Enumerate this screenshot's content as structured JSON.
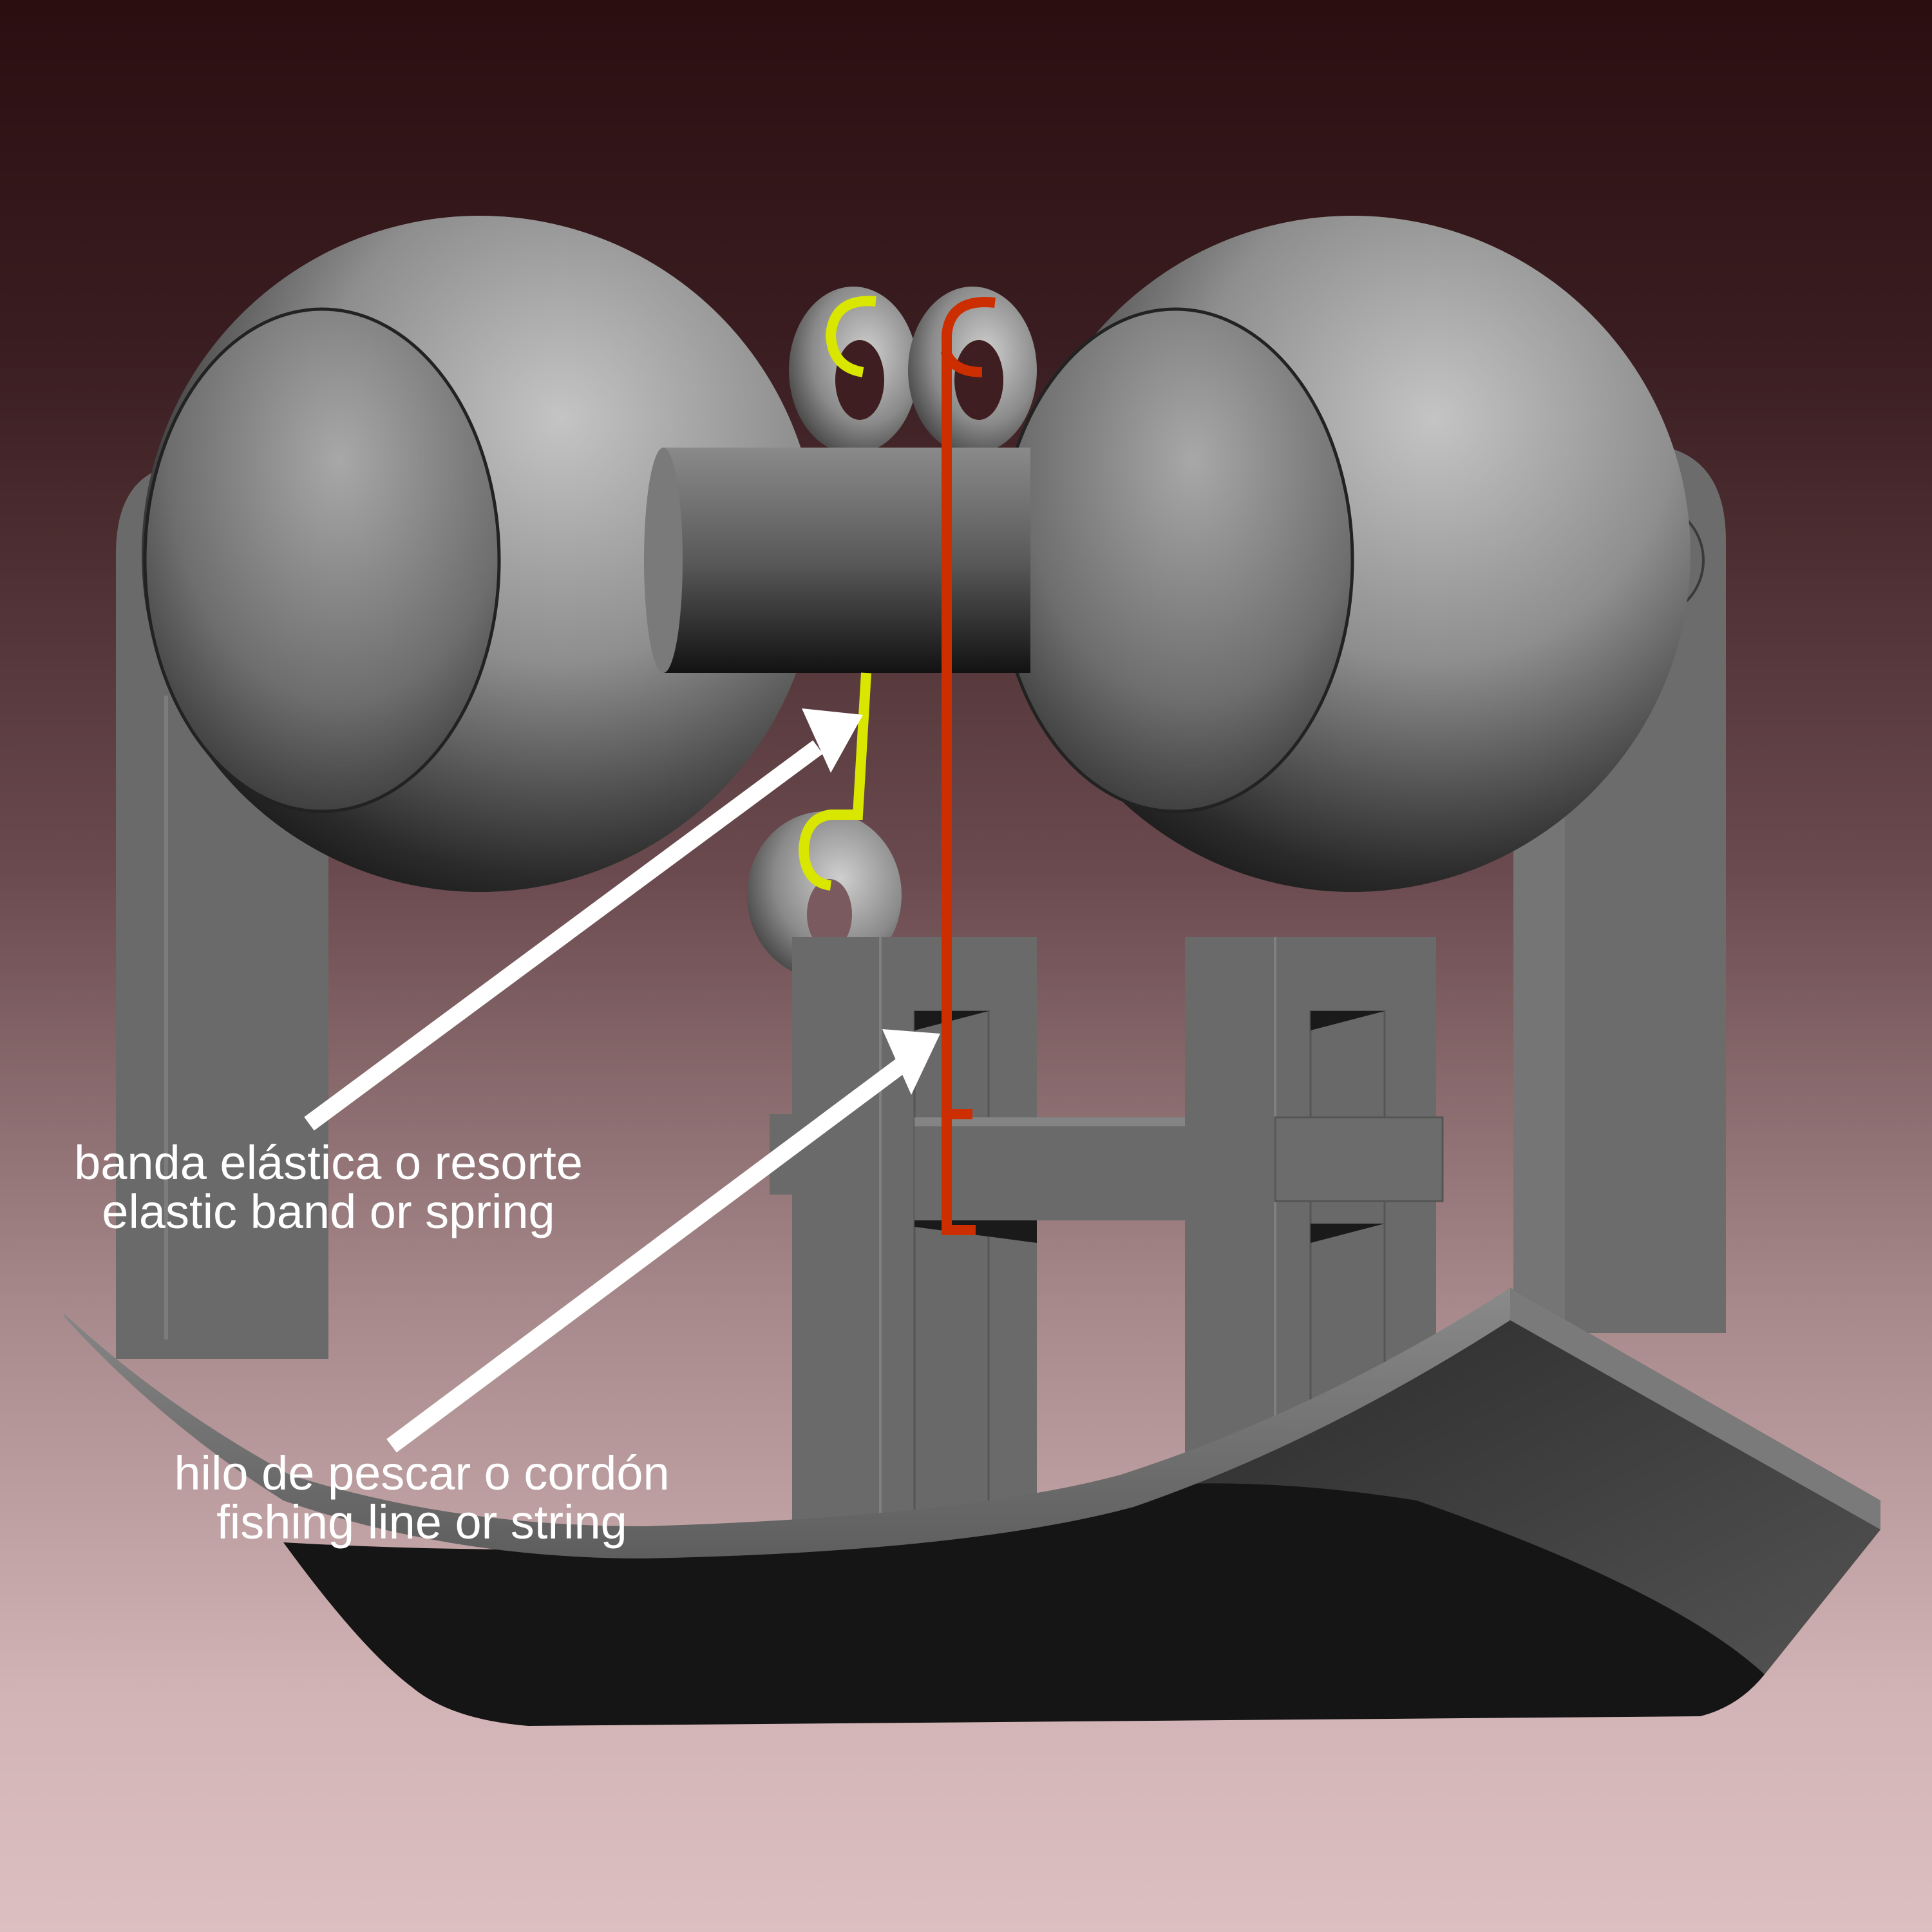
{
  "diagram": {
    "subject": "3D rendered mechanism: two spheres on an axle between two pillars, with rings, frames and a curved base",
    "background": {
      "top_color": "#2a0e10",
      "bottom_color": "#dcbfc1"
    },
    "colors": {
      "elastic_line": "#d8e600",
      "fishing_line": "#cc2e00",
      "arrow": "#ffffff",
      "model_gray": "#6a6a6a",
      "base_dark": "#151515"
    },
    "annotations": [
      {
        "id": "elastic",
        "line_es": "banda elástica o resorte",
        "line_en": "elastic band or spring",
        "points_to": "yellow line between axle ring and lower ring"
      },
      {
        "id": "fishing",
        "line_es": "hilo de pescar o cordón",
        "line_en": "fishing line or string",
        "points_to": "red line from top ring down to horizontal bar"
      }
    ]
  }
}
